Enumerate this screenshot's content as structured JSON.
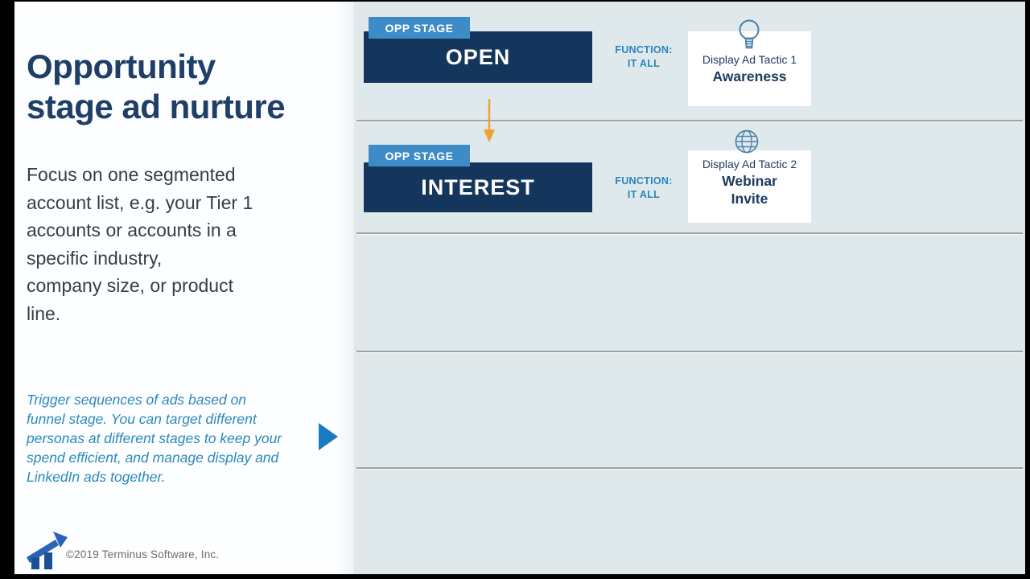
{
  "colors": {
    "background_bars": "#000000",
    "left_panel_bg": "#fdfeff",
    "right_panel_bg": "#dfe9ec",
    "title_navy": "#1f3f68",
    "body_text": "#333f47",
    "callout_blue": "#2b89ba",
    "play_blue": "#1a7cc0",
    "stage_box_navy": "#15365c",
    "stage_tab_blue": "#3e8cc7",
    "function_blue": "#2a85bd",
    "arrow_orange": "#efa02e",
    "divider_gray": "#9ba5a8",
    "card_text_navy": "#1c3b60",
    "icon_outline_blue": "#4e80a8",
    "logo_blue": "#2a64b4",
    "copyright_gray": "#6c6c6c"
  },
  "left_panel": {
    "title": "Opportunity\nstage ad nurture",
    "body": "Focus on one segmented\naccount list, e.g. your Tier 1\naccounts or accounts in a\nspecific industry,\ncompany size, or product\nline.",
    "callout": "Trigger sequences of ads based on\nfunnel stage. You can target different\npersonas at different stages to keep your\nspend efficient, and manage display and\nLinkedIn ads together.",
    "copyright": "©2019 Terminus Software, Inc."
  },
  "diagram": {
    "rows": [
      {
        "stage_label": "OPP STAGE",
        "stage_name": "OPEN",
        "function_label": "FUNCTION:\nIT ALL",
        "tactic_label": "Display Ad Tactic 1",
        "tactic_name": "Awareness",
        "icon": "lightbulb-icon"
      },
      {
        "stage_label": "OPP STAGE",
        "stage_name": "INTEREST",
        "function_label": "FUNCTION:\nIT ALL",
        "tactic_label": "Display Ad Tactic 2",
        "tactic_name": "Webinar Invite",
        "icon": "globe-icon"
      }
    ]
  }
}
